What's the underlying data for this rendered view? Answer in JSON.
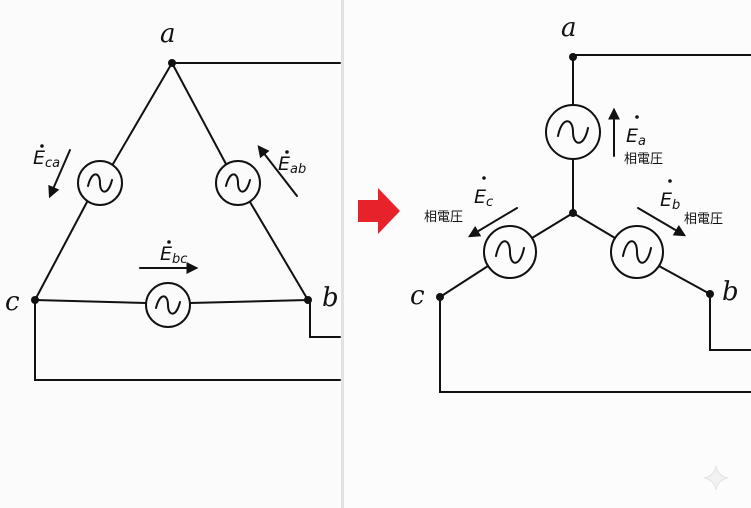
{
  "delta": {
    "nodes": {
      "a": "a",
      "b": "b",
      "c": "c"
    },
    "sources": {
      "ca": {
        "symbol": "E",
        "sub": "ca"
      },
      "ab": {
        "symbol": "E",
        "sub": "ab"
      },
      "bc": {
        "symbol": "E",
        "sub": "bc"
      }
    }
  },
  "star": {
    "nodes": {
      "a": "a",
      "b": "b",
      "c": "c"
    },
    "sources": {
      "a": {
        "symbol": "E",
        "sub": "a",
        "note": "相電圧"
      },
      "b": {
        "symbol": "E",
        "sub": "b",
        "note": "相電圧"
      },
      "c": {
        "symbol": "E",
        "sub": "c",
        "note": "相電圧"
      }
    }
  },
  "colors": {
    "arrow": "#e8222a",
    "ink": "#111111",
    "divider": "#e2e2e2"
  },
  "icons": {
    "conversion": "right-arrow-icon",
    "watermark": "sparkle-icon"
  }
}
